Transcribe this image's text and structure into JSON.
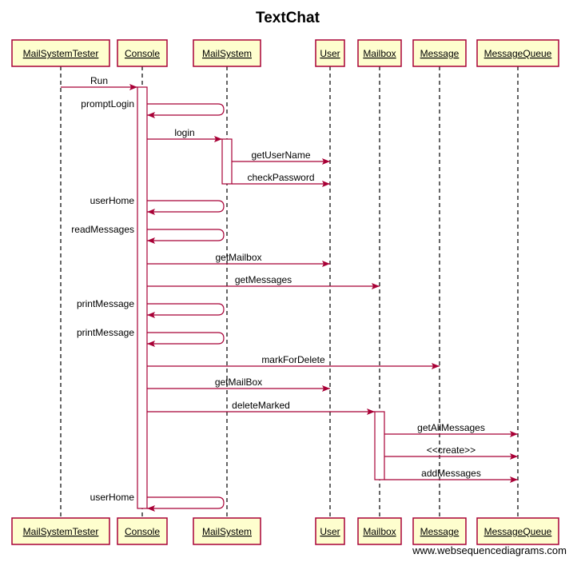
{
  "diagram": {
    "title": "TextChat",
    "footer": "www.websequencediagrams.com",
    "colors": {
      "line": "#a80036",
      "box_fill": "#fefece",
      "box_border": "#a80036",
      "activation_fill": "#ffffff",
      "lifeline": "#000000",
      "text": "#000000"
    },
    "participants": [
      {
        "id": "tester",
        "name": "MailSystemTester"
      },
      {
        "id": "console",
        "name": "Console"
      },
      {
        "id": "mailsystem",
        "name": "MailSystem"
      },
      {
        "id": "user",
        "name": "User"
      },
      {
        "id": "mailbox",
        "name": "Mailbox"
      },
      {
        "id": "message",
        "name": "Message"
      },
      {
        "id": "queue",
        "name": "MessageQueue"
      }
    ],
    "messages": [
      {
        "from": "tester",
        "to": "console",
        "label": "Run"
      },
      {
        "from": "console",
        "to": "console",
        "label": "promptLogin"
      },
      {
        "from": "console",
        "to": "mailsystem",
        "label": "login"
      },
      {
        "from": "mailsystem",
        "to": "user",
        "label": "getUserName"
      },
      {
        "from": "mailsystem",
        "to": "user",
        "label": "checkPassword"
      },
      {
        "from": "console",
        "to": "console",
        "label": "userHome"
      },
      {
        "from": "console",
        "to": "console",
        "label": "readMessages"
      },
      {
        "from": "console",
        "to": "user",
        "label": "getMailbox"
      },
      {
        "from": "console",
        "to": "mailbox",
        "label": "getMessages"
      },
      {
        "from": "console",
        "to": "console",
        "label": "printMessage"
      },
      {
        "from": "console",
        "to": "console",
        "label": "printMessage"
      },
      {
        "from": "console",
        "to": "message",
        "label": "markForDelete"
      },
      {
        "from": "console",
        "to": "user",
        "label": "getMailBox"
      },
      {
        "from": "console",
        "to": "mailbox",
        "label": "deleteMarked"
      },
      {
        "from": "mailbox",
        "to": "queue",
        "label": "getAllMessages"
      },
      {
        "from": "mailbox",
        "to": "queue",
        "label": "<<create>>"
      },
      {
        "from": "mailbox",
        "to": "queue",
        "label": "addMessages"
      },
      {
        "from": "console",
        "to": "console",
        "label": "userHome"
      }
    ],
    "activations": [
      {
        "participant": "console",
        "from_message": 0,
        "to_message": 17
      },
      {
        "participant": "mailsystem",
        "from_message": 2,
        "to_message": 4
      },
      {
        "participant": "mailbox",
        "from_message": 13,
        "to_message": 16
      }
    ]
  }
}
